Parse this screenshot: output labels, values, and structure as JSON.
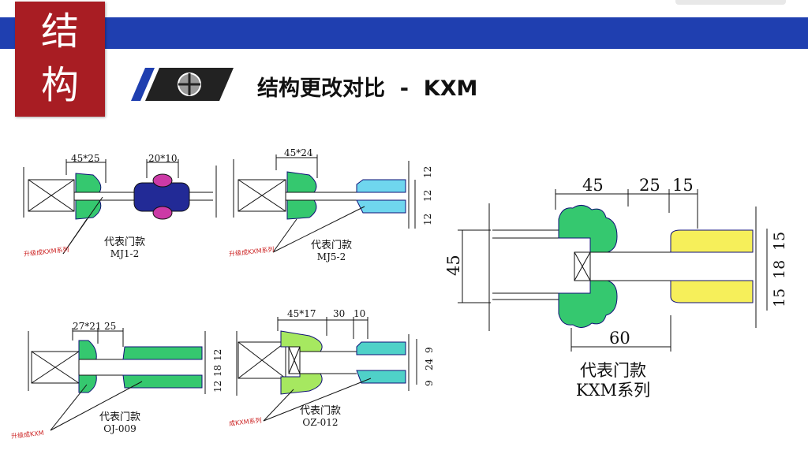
{
  "header": {
    "badge_char_1": "结",
    "badge_char_2": "构",
    "title": "结构更改对比  -  KXM"
  },
  "colors": {
    "bar_blue": "#1f3fb0",
    "badge_red": "#a81d23",
    "green": "#35c86f",
    "cyan": "#6fd6ee",
    "light_green": "#a6e860",
    "teal": "#4fd1c8",
    "navy": "#222a96",
    "magenta": "#cc3aa6",
    "yellow": "#f6ef5a"
  },
  "drawings": [
    {
      "caption": "代表门款",
      "model": "MJ1-2",
      "dims": [
        "45*25",
        "20*10"
      ],
      "note": "升级成KXM系列"
    },
    {
      "caption": "代表门款",
      "model": "MJ5-2",
      "dims": [
        "45*24",
        "12",
        "12",
        "12"
      ],
      "note": "升级成KXM系列"
    },
    {
      "caption": "代表门款",
      "model": "OJ-009",
      "dims": [
        "27*21",
        "25",
        "12",
        "18",
        "12"
      ],
      "note": "升级成KXM"
    },
    {
      "caption": "代表门款",
      "model": "OZ-012",
      "dims": [
        "45*17",
        "30",
        "10",
        "9",
        "24",
        "9"
      ],
      "note": "成KXM系列"
    },
    {
      "caption": "代表门款",
      "model": "KXM系列",
      "dims": [
        "45",
        "25",
        "15",
        "45",
        "60",
        "15",
        "18",
        "15"
      ]
    }
  ]
}
